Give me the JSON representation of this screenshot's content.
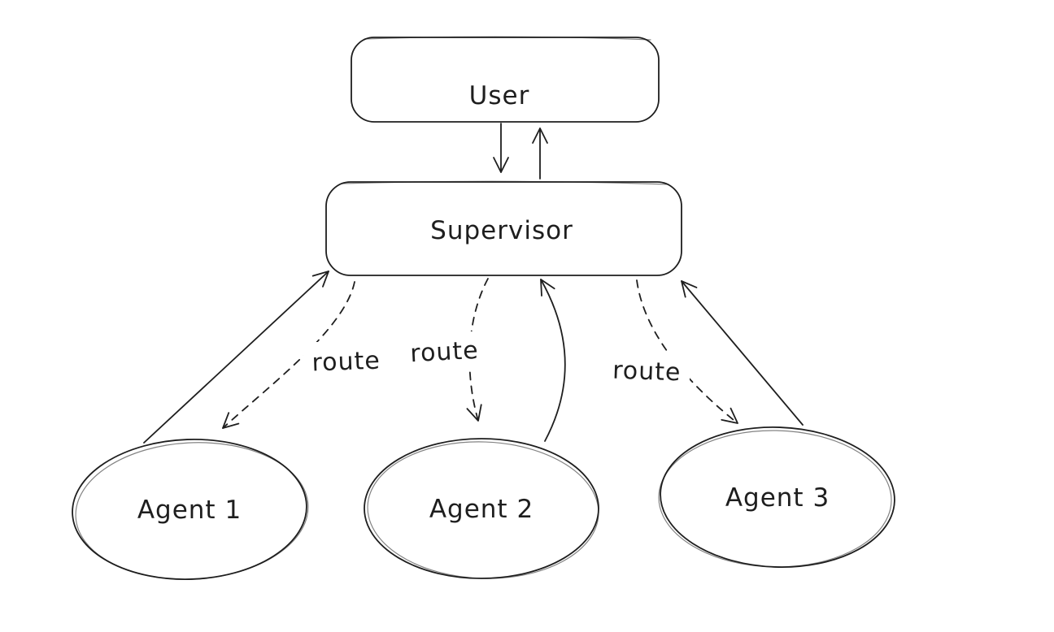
{
  "diagram": {
    "background_color": "#ffffff",
    "stroke_color": "#1e1e1e",
    "style": "hand-drawn",
    "nodes": {
      "user": {
        "label": "User",
        "shape": "rounded-rectangle"
      },
      "supervisor": {
        "label": "Supervisor",
        "shape": "rounded-rectangle"
      },
      "agent1": {
        "label": "Agent 1",
        "shape": "ellipse"
      },
      "agent2": {
        "label": "Agent 2",
        "shape": "ellipse"
      },
      "agent3": {
        "label": "Agent 3",
        "shape": "ellipse"
      }
    },
    "edges": [
      {
        "from": "user",
        "to": "supervisor",
        "style": "solid",
        "label": ""
      },
      {
        "from": "supervisor",
        "to": "user",
        "style": "solid",
        "label": ""
      },
      {
        "from": "supervisor",
        "to": "agent1",
        "style": "dashed",
        "label": "route"
      },
      {
        "from": "supervisor",
        "to": "agent2",
        "style": "dashed",
        "label": "route"
      },
      {
        "from": "supervisor",
        "to": "agent3",
        "style": "dashed",
        "label": "route"
      },
      {
        "from": "agent1",
        "to": "supervisor",
        "style": "solid",
        "label": ""
      },
      {
        "from": "agent2",
        "to": "supervisor",
        "style": "solid",
        "label": ""
      },
      {
        "from": "agent3",
        "to": "supervisor",
        "style": "solid",
        "label": ""
      }
    ]
  }
}
